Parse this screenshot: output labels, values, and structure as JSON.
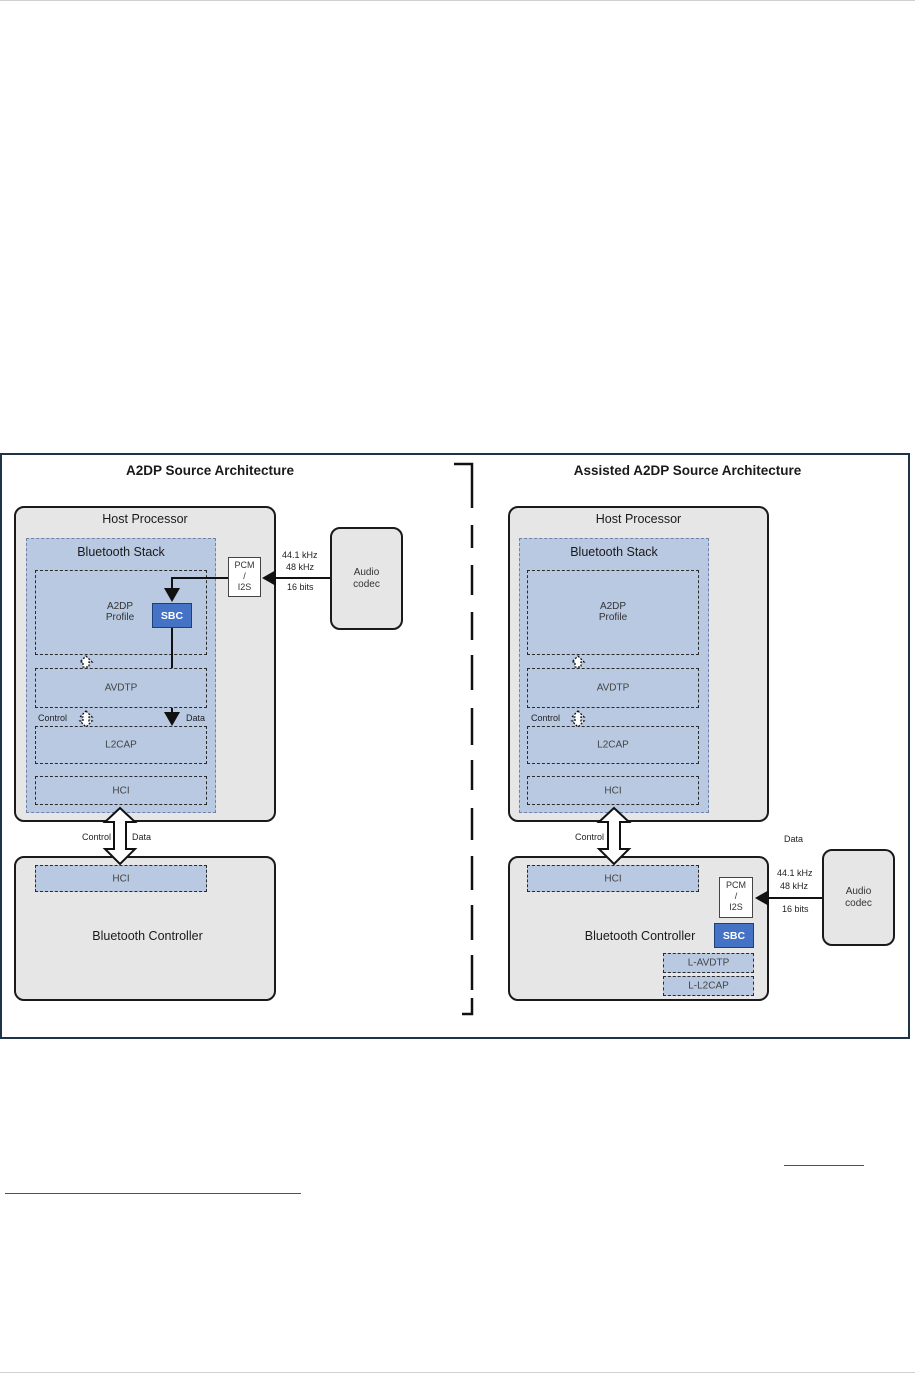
{
  "left": {
    "title": "A2DP Source Architecture",
    "host_processor": "Host Processor",
    "bluetooth_stack": "Bluetooth Stack",
    "a2dp_profile_l1": "A2DP",
    "a2dp_profile_l2": "Profile",
    "sbc": "SBC",
    "avdtp": "AVDTP",
    "control": "Control",
    "data": "Data",
    "l2cap": "L2CAP",
    "hci": "HCI",
    "link_control": "Control",
    "link_data": "Data",
    "controller_hci": "HCI",
    "bluetooth_controller": "Bluetooth Controller",
    "pcm_l1": "PCM",
    "pcm_l2": "/",
    "pcm_l3": "I2S",
    "freq1": "44.1 kHz",
    "freq2": "48 kHz",
    "bits": "16 bits",
    "codec_l1": "Audio",
    "codec_l2": "codec"
  },
  "right": {
    "title": "Assisted A2DP Source Architecture",
    "host_processor": "Host Processor",
    "bluetooth_stack": "Bluetooth Stack",
    "a2dp_profile_l1": "A2DP",
    "a2dp_profile_l2": "Profile",
    "avdtp": "AVDTP",
    "control": "Control",
    "l2cap": "L2CAP",
    "hci": "HCI",
    "link_control": "Control",
    "data": "Data",
    "controller_hci": "HCI",
    "bluetooth_controller": "Bluetooth Controller",
    "pcm_l1": "PCM",
    "pcm_l2": "/",
    "pcm_l3": "I2S",
    "sbc": "SBC",
    "l_avdtp": "L-AVDTP",
    "l_l2cap": "L-L2CAP",
    "freq1": "44.1 kHz",
    "freq2": "48 kHz",
    "bits": "16 bits",
    "codec_l1": "Audio",
    "codec_l2": "codec"
  },
  "colors": {
    "frame": "#1c3348",
    "stack_fill": "#b8c9e1",
    "sbc_fill": "#4472c4",
    "processor_fill": "#e6e6e6",
    "link": "#0563c1"
  }
}
